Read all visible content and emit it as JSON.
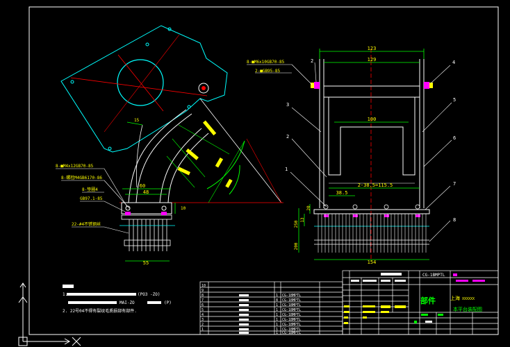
{
  "notes": {
    "line1_prefix": "1.",
    "line1_code": "(PO3 -ZO)",
    "line2_code": "MAI-ZO",
    "line2_suffix": "(P)",
    "line3": "2. 22号04不得有裂纹毛质损部有部件."
  },
  "balloons": {
    "left": [
      "2",
      "3",
      "2",
      "1"
    ],
    "right": [
      "4",
      "5",
      "6",
      "7",
      "8"
    ]
  },
  "dims": {
    "top_outer": "123",
    "top_inner": "129",
    "mid": "100",
    "left_pitch": "38.5",
    "pitch_total": "2-38.5=115.5",
    "h_small_a": "20",
    "h_small_b": "13",
    "h_big": "250",
    "h_base": "200",
    "bottom": "154",
    "side_w1": "60",
    "side_w2": "48",
    "side_h": "10",
    "side_bottom": "55",
    "side_angle": "15"
  },
  "callouts_front": {
    "c1": "8-■M6x10GB70-85",
    "c2": "2-■GB95-85"
  },
  "callouts_side": {
    "c1": "8-■M4x12GB70-85",
    "c2": "8-螺栓M4GB6170-86",
    "c3": "8-垫圈4",
    "c4": "GB97.1-85",
    "c5": "22-#4不锈钢丝"
  },
  "table": {
    "row_numbers": [
      "10",
      "9",
      "8",
      "7",
      "6",
      "5",
      "4",
      "3",
      "2",
      "1"
    ],
    "qty": [
      "1",
      "8",
      "1",
      "1",
      "1",
      "1",
      "1",
      "1",
      "1"
    ],
    "code": "CG-1BMPTL",
    "title_code": "CG-1BMPTL"
  },
  "title_block": {
    "name": "部件",
    "subtitle": "本平台装配图",
    "company": "上海",
    "company_mark": "XXXXXX"
  },
  "colors": {
    "background": "#000000",
    "line_white": "#ffffff",
    "line_cyan": "#00ffff",
    "line_green": "#00ff00",
    "line_red": "#ff0000",
    "text_yellow": "#ffff00",
    "accent_magenta": "#ff00ff"
  }
}
